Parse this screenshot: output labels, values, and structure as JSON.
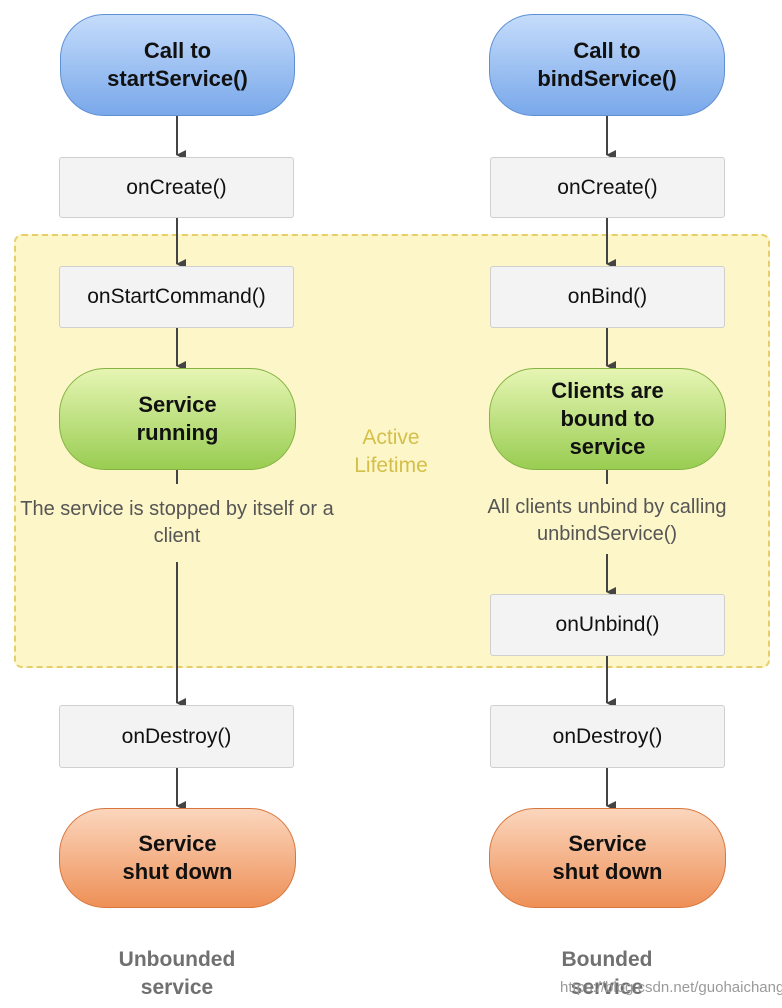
{
  "active_lifetime": {
    "line1": "Active",
    "line2": "Lifetime"
  },
  "unbounded": {
    "start": {
      "line1": "Call to",
      "line2": "startService()"
    },
    "on_create": "onCreate()",
    "on_start_command": "onStartCommand()",
    "running": {
      "line1": "Service",
      "line2": "running"
    },
    "stop_note": {
      "line1": "The service is stopped",
      "line2": "by itself or a client"
    },
    "on_destroy": "onDestroy()",
    "shutdown": {
      "line1": "Service",
      "line2": "shut down"
    },
    "footer": {
      "line1": "Unbounded",
      "line2": "service"
    }
  },
  "bounded": {
    "start": {
      "line1": "Call to",
      "line2": "bindService()"
    },
    "on_create": "onCreate()",
    "on_bind": "onBind()",
    "clients_bound": {
      "line1": "Clients are",
      "line2": "bound to",
      "line3": "service"
    },
    "unbind_note": {
      "line1": "All clients unbind by calling",
      "line2": "unbindService()"
    },
    "on_unbind": "onUnbind()",
    "on_destroy": "onDestroy()",
    "shutdown": {
      "line1": "Service",
      "line2": "shut down"
    },
    "footer": {
      "line1": "Bounded",
      "line2": "service"
    }
  },
  "watermark": "https://blog.csdn.net/guohaichang",
  "colors": {
    "start_pill": "#79a8ea",
    "running_pill": "#99cd52",
    "shutdown_pill": "#ee9057",
    "active_zone": "#fdf6c9",
    "arrow": "#444444"
  }
}
